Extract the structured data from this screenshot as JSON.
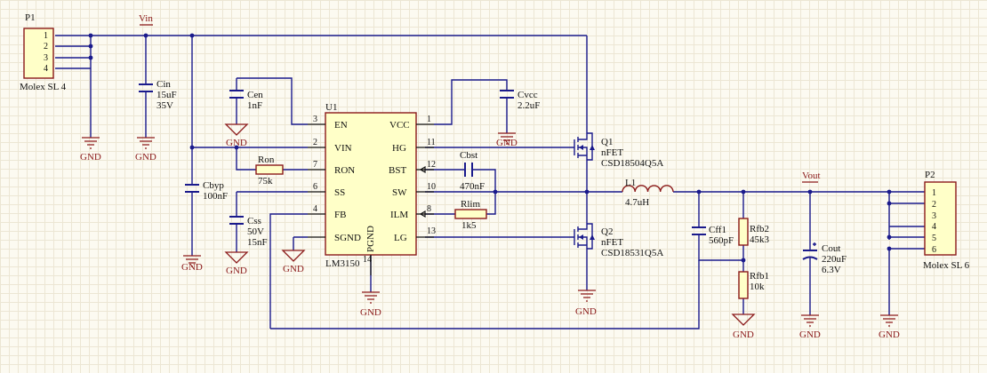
{
  "nets": {
    "vin": "Vin",
    "vout": "Vout",
    "gnd": "GND"
  },
  "p1": {
    "ref": "P1",
    "value": "Molex SL 4",
    "pins": [
      "1",
      "2",
      "3",
      "4"
    ]
  },
  "p2": {
    "ref": "P2",
    "value": "Molex SL 6",
    "pins": [
      "1",
      "2",
      "3",
      "4",
      "5",
      "6"
    ]
  },
  "cin": {
    "ref": "Cin",
    "value": "15uF",
    "voltage": "35V"
  },
  "cen": {
    "ref": "Cen",
    "value": "1nF"
  },
  "cvcc": {
    "ref": "Cvcc",
    "value": "2.2uF"
  },
  "cbyp": {
    "ref": "Cbyp",
    "value": "100nF"
  },
  "css": {
    "ref": "Css",
    "voltage": "50V",
    "value": "15nF"
  },
  "ron": {
    "ref": "Ron",
    "value": "75k"
  },
  "cbst": {
    "ref": "Cbst",
    "value": "470nF"
  },
  "rlim": {
    "ref": "Rlim",
    "value": "1k5"
  },
  "l1": {
    "ref": "L1",
    "value": "4.7uH"
  },
  "cff1": {
    "ref": "Cff1",
    "value": "560pF"
  },
  "rfb2": {
    "ref": "Rfb2",
    "value": "45k3"
  },
  "rfb1": {
    "ref": "Rfb1",
    "value": "10k"
  },
  "cout": {
    "ref": "Cout",
    "value": "220uF",
    "voltage": "6.3V"
  },
  "q1": {
    "ref": "Q1",
    "type": "nFET",
    "part": "CSD18504Q5A"
  },
  "q2": {
    "ref": "Q2",
    "type": "nFET",
    "part": "CSD18531Q5A"
  },
  "u1": {
    "ref": "U1",
    "part": "LM3150",
    "pgnd_label": "PGND",
    "pgnd_num": "14",
    "left_pins": [
      {
        "name": "EN",
        "num": "3"
      },
      {
        "name": "VIN",
        "num": "2"
      },
      {
        "name": "RON",
        "num": "7"
      },
      {
        "name": "SS",
        "num": "6"
      },
      {
        "name": "FB",
        "num": "4"
      },
      {
        "name": "SGND",
        "num": ""
      }
    ],
    "right_pins": [
      {
        "name": "VCC",
        "num": "1"
      },
      {
        "name": "HG",
        "num": "11"
      },
      {
        "name": "BST",
        "num": "12"
      },
      {
        "name": "SW",
        "num": "10"
      },
      {
        "name": "ILM",
        "num": "8"
      },
      {
        "name": "LG",
        "num": "13"
      }
    ]
  }
}
